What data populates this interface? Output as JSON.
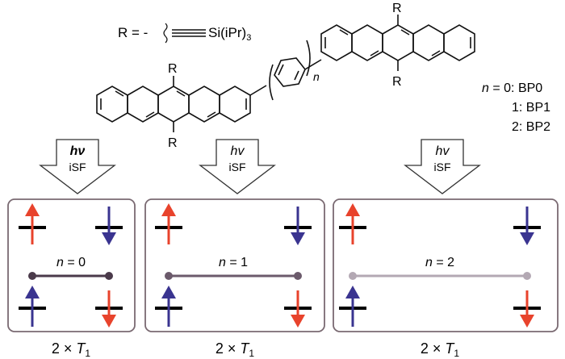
{
  "substituent": {
    "prefix": "R = -",
    "group": "Si(iPr)",
    "group_subscript": "3"
  },
  "molecule": {
    "r_label": "R",
    "repeat_label": "n"
  },
  "series_legend": {
    "var": "n",
    "items": [
      {
        "n": "0",
        "name": "BP0"
      },
      {
        "n": "1",
        "name": "BP1"
      },
      {
        "n": "2",
        "name": "BP2"
      }
    ]
  },
  "panels": [
    {
      "excitation": "hν",
      "process": "iSF",
      "n_var": "n",
      "n_value": "0",
      "result_prefix": "2 × ",
      "result_symbol": "T",
      "result_subscript": "1",
      "linker_color": "#4a3a4a"
    },
    {
      "excitation": "hv",
      "process": "iSF",
      "n_var": "n",
      "n_value": "1",
      "result_prefix": "2 × ",
      "result_symbol": "T",
      "result_subscript": "1",
      "linker_color": "#6b5a6b"
    },
    {
      "excitation": "hv",
      "process": "iSF",
      "n_var": "n",
      "n_value": "2",
      "result_prefix": "2 × ",
      "result_symbol": "T",
      "result_subscript": "1",
      "linker_color": "#b3a8b3"
    }
  ],
  "colors": {
    "spin_up_top": "#e8432c",
    "spin_down_top": "#3a3490",
    "spin_up_bottom": "#3a3490",
    "spin_down_bottom": "#e8432c",
    "level_bar": "#000000",
    "panel_border": "#7a6a72"
  },
  "icons": [
    "spin-up-arrow-icon",
    "spin-down-arrow-icon",
    "hollow-down-arrow-icon"
  ]
}
